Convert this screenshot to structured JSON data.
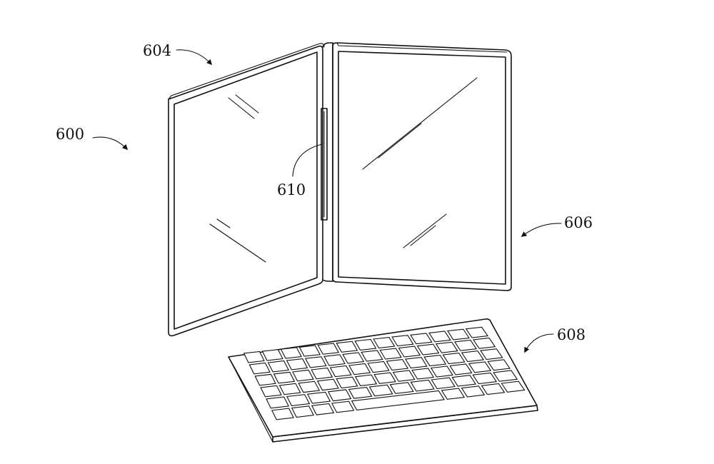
{
  "reference_labels": {
    "device": "600",
    "first_display": "604",
    "second_display": "606",
    "keyboard": "608",
    "hinge": "610"
  },
  "colors": {
    "line": "#111111",
    "background": "#ffffff"
  },
  "keyboard_rows": [
    13,
    13,
    13,
    13,
    12,
    11
  ]
}
